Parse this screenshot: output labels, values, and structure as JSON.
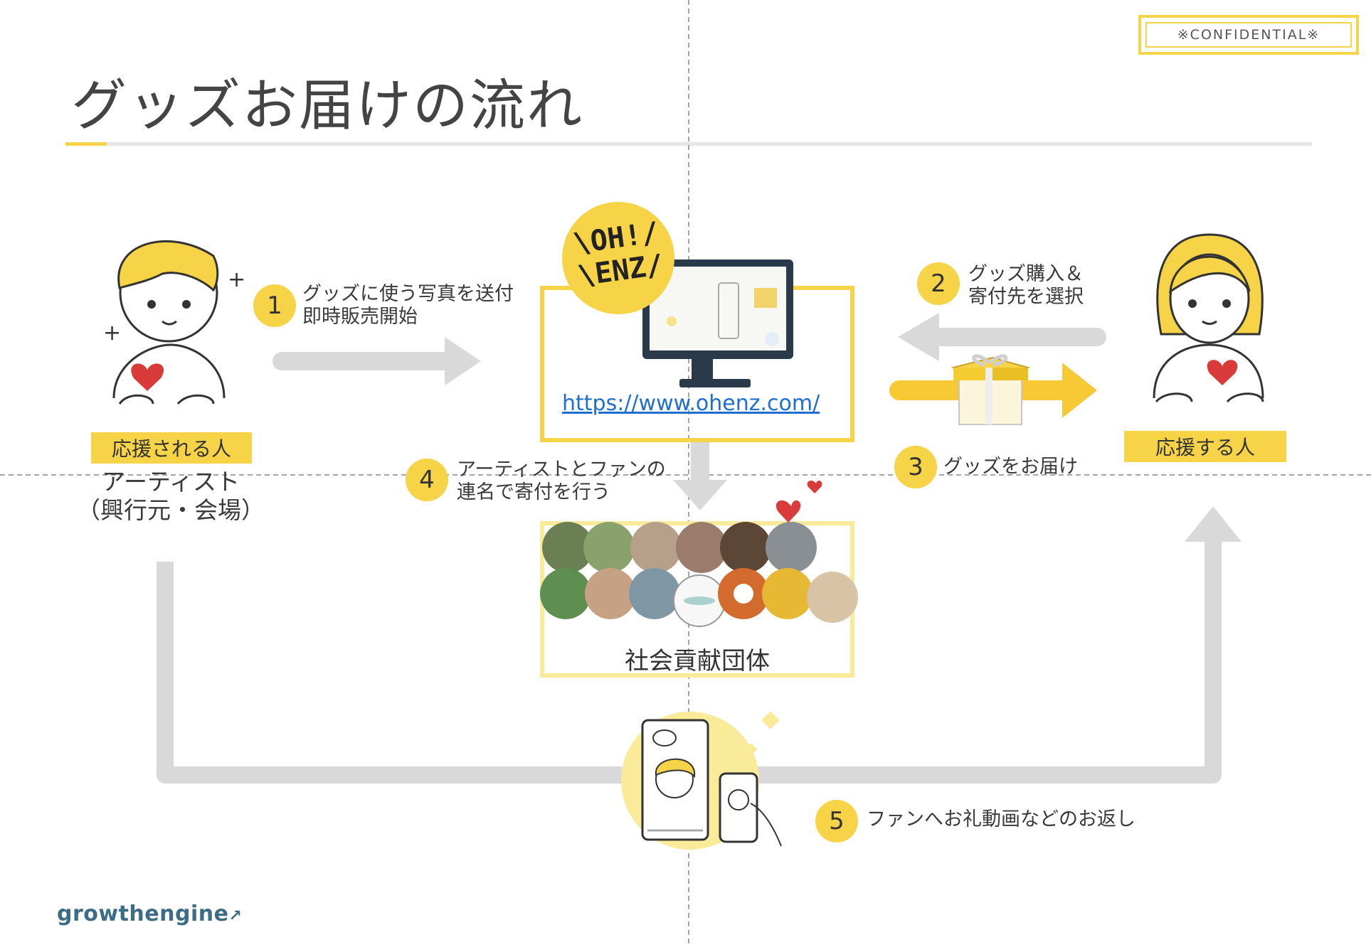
{
  "badge": "※CONFIDENTIAL※",
  "title": "グッズお届けの流れ",
  "url": "https://www.ohenz.com/",
  "ohenz_logo": [
    "\\OH!/",
    "\\ENZ/"
  ],
  "left_person": {
    "tag": "応援される人",
    "role_line1": "アーティスト",
    "role_line2": "（興行元・会場）"
  },
  "right_person": {
    "tag": "応援する人"
  },
  "organization": "社会貢献団体",
  "steps": [
    {
      "num": "1",
      "line1": "グッズに使う写真を送付",
      "line2": "即時販売開始"
    },
    {
      "num": "2",
      "line1": "グッズ購入＆",
      "line2": "寄付先を選択"
    },
    {
      "num": "3",
      "line1": "グッズをお届け"
    },
    {
      "num": "4",
      "line1": "アーティストとファンの",
      "line2": "連名で寄付を行う"
    },
    {
      "num": "5",
      "line1": "ファンへお礼動画などのお返し"
    }
  ],
  "brand": "growthengine",
  "colors": {
    "accent": "#f6d347",
    "arrow_gray": "#d9d9d9",
    "link": "#1f6fd0"
  }
}
